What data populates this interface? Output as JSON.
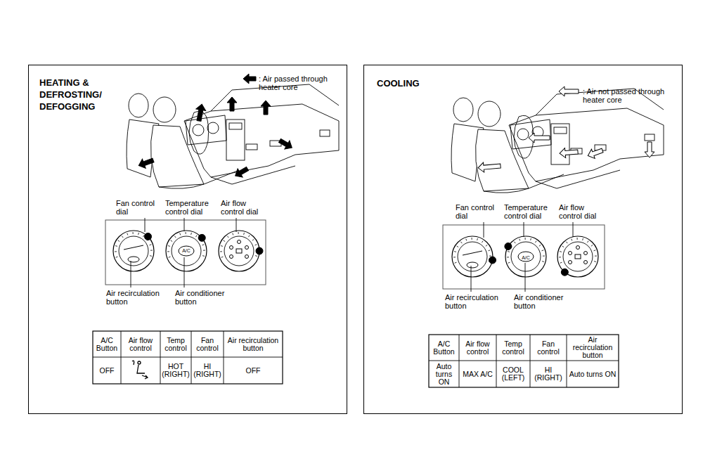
{
  "diagram": {
    "nodes": [
      {
        "text": [
          "HEATING & DEFROSTING/ DEFOGGING"
        ]
      },
      {
        "text": [
          "COOLING"
        ]
      }
    ],
    "labels": [
      "Fan control dial",
      "Temperature control dial",
      "Air flow control dial",
      "A/C",
      "Air recirculation button",
      "Air conditioner button",
      "A/C Button",
      "Air flow control",
      "Temp control",
      "Fan control",
      "Air recirculation button",
      "OFF",
      "HOT (RIGHT)",
      "HI (RIGHT)",
      "OFF",
      "Fan control dial",
      "Temperature control dial",
      "Air flow control dial",
      "A/C",
      "Air recirculation button",
      "Air conditioner button",
      "A/C Button",
      "Air flow control",
      "Temp control",
      "Fan control",
      "Air recirculation button",
      "Auto turns ON",
      "MAX A/C",
      "COOL (LEFT)",
      "HI (RIGHT)",
      "Auto turns ON"
    ],
    "legend": [
      {
        "text": ": Air passed through heater core"
      },
      {
        "text": ": Air not passed through heater core"
      }
    ]
  }
}
